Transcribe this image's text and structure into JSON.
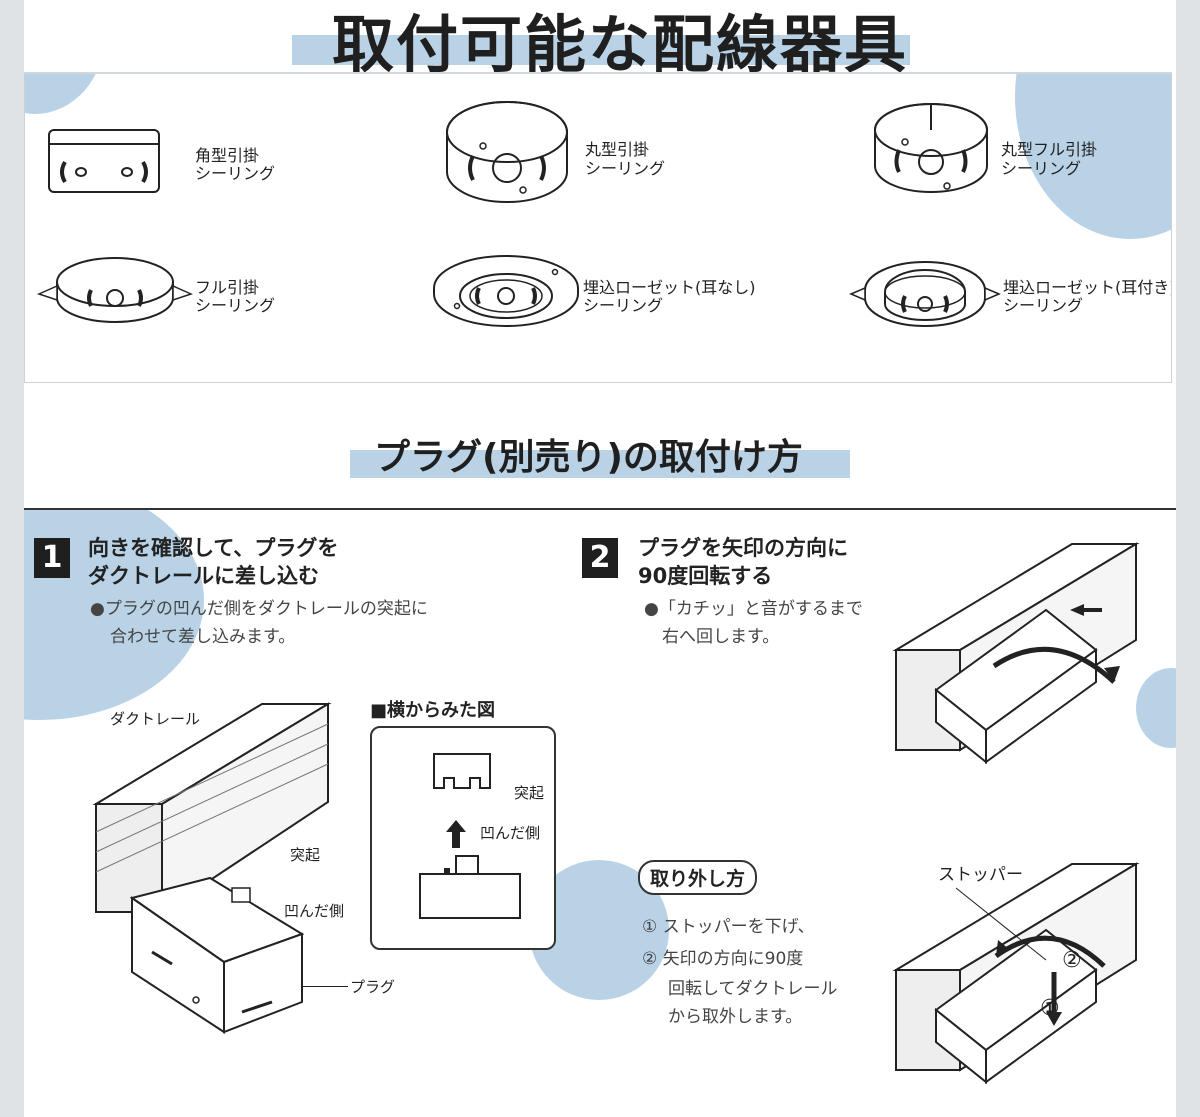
{
  "section1": {
    "title": "取付可能な配線器具",
    "items": [
      {
        "line1": "角型引掛",
        "line2": "シーリング",
        "icon": "square-hook-ceiling-icon"
      },
      {
        "line1": "丸型引掛",
        "line2": "シーリング",
        "icon": "round-hook-ceiling-icon"
      },
      {
        "line1": "丸型フル引掛",
        "line2": "シーリング",
        "icon": "round-full-hook-ceiling-icon"
      },
      {
        "line1": "フル引掛",
        "line2": "シーリング",
        "icon": "full-hook-ceiling-icon"
      },
      {
        "line1": "埋込ローゼット(耳なし)",
        "line2": "シーリング",
        "icon": "embedded-rosette-no-ears-icon"
      },
      {
        "line1": "埋込ローゼット(耳付き)",
        "line2": "シーリング",
        "icon": "embedded-rosette-with-ears-icon"
      }
    ]
  },
  "section2": {
    "title": "プラグ(別売り)の取付け方",
    "step1": {
      "number": "1",
      "title_line1": "向きを確認して、プラグを",
      "title_line2": "ダクトレールに差し込む",
      "note_line1": "●プラグの凹んだ側をダクトレールの突起に",
      "note_line2": "合わせて差し込みます。",
      "label_rail": "ダクトレール",
      "label_bump": "突起",
      "label_recess": "凹んだ側",
      "label_plug": "プラグ"
    },
    "side_view": {
      "title": "■横からみた図",
      "label_bump": "突起",
      "label_recess": "凹んだ側"
    },
    "step2": {
      "number": "2",
      "title_line1": "プラグを矢印の方向に",
      "title_line2": "90度回転する",
      "note_line1": "●「カチッ」と音がするまで",
      "note_line2": "右へ回します。"
    },
    "removal": {
      "title": "取り外し方",
      "step1": "① ストッパーを下げ、",
      "step2a": "② 矢印の方向に90度",
      "step2b": "回転してダクトレール",
      "step2c": "から取外します。",
      "label_stopper": "ストッパー",
      "marker1": "①",
      "marker2": "②"
    }
  },
  "colors": {
    "accent_band": "#b9d2e6",
    "text": "#222222"
  }
}
